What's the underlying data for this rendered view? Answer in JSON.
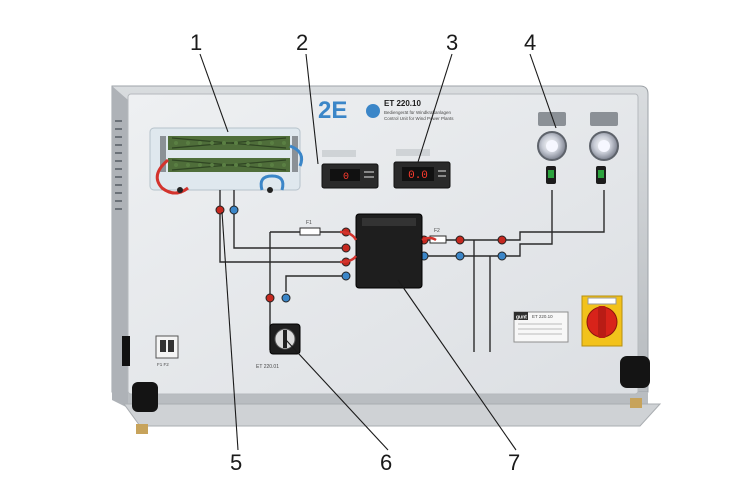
{
  "callouts": [
    "1",
    "2",
    "3",
    "4",
    "5",
    "6",
    "7"
  ],
  "brand": {
    "logo_text": "2E",
    "model": "ET 220.10",
    "subtitle_de": "Bediengerät für Windkraftanlagen",
    "subtitle_en": "Control Unit for Wind Power Plants",
    "maker": "gunt",
    "plate_model": "ET 220.10"
  },
  "labels": {
    "f1": "F1",
    "f2": "F2",
    "f1f2": "F1   F2",
    "unit_bottom": "ET 220.01"
  },
  "colors": {
    "panel": "#e4e6e9",
    "frame": "#c9ccd0",
    "wire_dark": "#2b2b2b",
    "wire_red": "#d3332d",
    "wire_blue": "#3b86c8",
    "display_digits": "#ff3b2e",
    "pcb_green": "#4f6e3a",
    "switch_red": "#d8231a",
    "switch_yellow": "#f2c21b"
  },
  "icons": [
    "lamp-icon",
    "rotary-switch-icon",
    "main-switch-icon",
    "fuse-icon",
    "display-icon",
    "transformer-box-icon"
  ]
}
